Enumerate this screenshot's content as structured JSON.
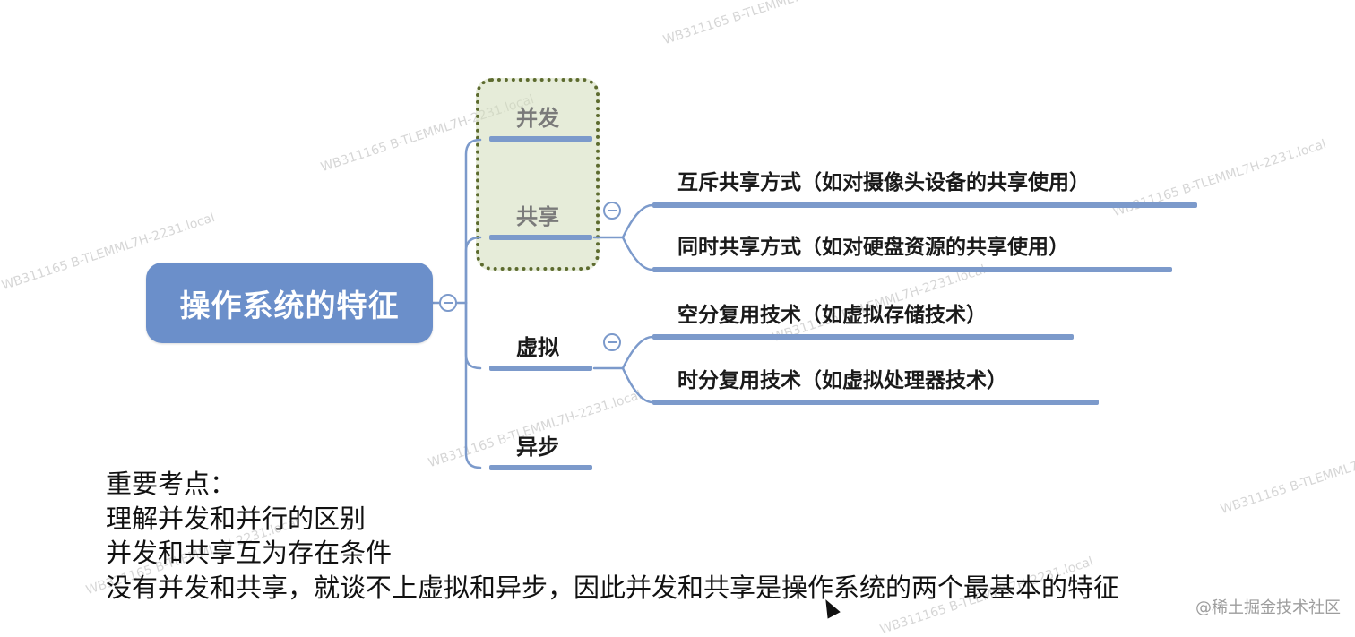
{
  "mindmap": {
    "root": "操作系统的特征",
    "branches": [
      {
        "label": "并发",
        "highlighted": true
      },
      {
        "label": "共享",
        "highlighted": true,
        "children": [
          "互斥共享方式（如对摄像头设备的共享使用）",
          "同时共享方式（如对硬盘资源的共享使用）"
        ]
      },
      {
        "label": "虚拟",
        "children": [
          "空分复用技术（如虚拟存储技术）",
          "时分复用技术（如虚拟处理器技术）"
        ]
      },
      {
        "label": "异步"
      }
    ]
  },
  "notes": [
    "重要考点：",
    "理解并发和并行的区别",
    "并发和共享互为存在条件",
    "没有并发和共享，就谈不上虚拟和异步，因此并发和共享是操作系统的两个最基本的特征"
  ],
  "watermark": "WB311165 B-TLEMML7H-2231.local",
  "credit": "@稀土掘金技术社区",
  "colors": {
    "root_fill": "#6b8fca",
    "branch_line": "#7c9acb",
    "selection_border": "#5d6b2f",
    "selection_fill": "#d1ddba"
  }
}
